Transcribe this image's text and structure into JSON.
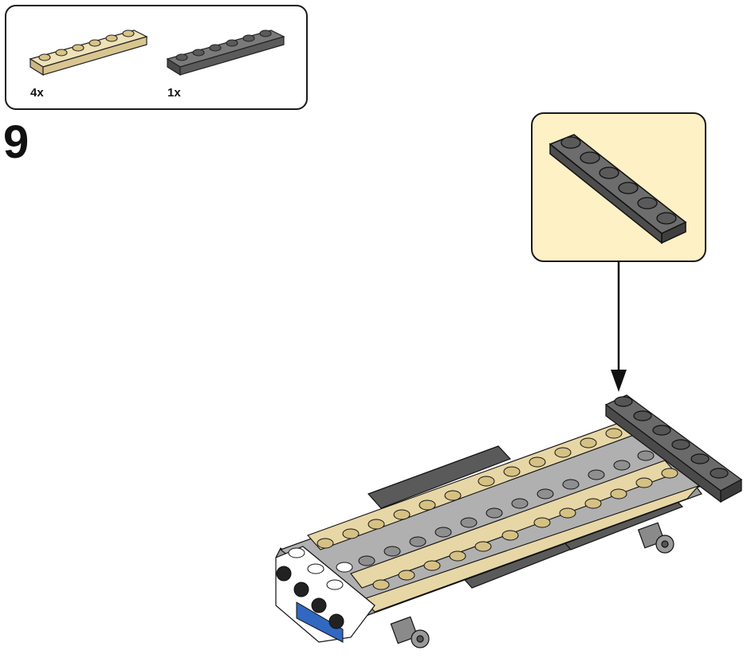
{
  "parts_list": {
    "items": [
      {
        "qty": "4x",
        "color": "tan",
        "hex": "#e4d3a2",
        "studs": 6
      },
      {
        "qty": "1x",
        "color": "dark-gray",
        "hex": "#6e6e6e",
        "studs": 6
      }
    ]
  },
  "step": {
    "number": "9"
  },
  "callout": {
    "part_color": "dark-gray",
    "hex": "#6a6a6a",
    "studs": 6
  },
  "colors": {
    "tan": "#e4d3a2",
    "tan_stud": "#d9c48c",
    "dark_gray": "#5f5f5f",
    "light_gray": "#a9a9a9",
    "white": "#ffffff",
    "blue": "#2f63b8",
    "callout_bg": "#fdf1c5"
  }
}
